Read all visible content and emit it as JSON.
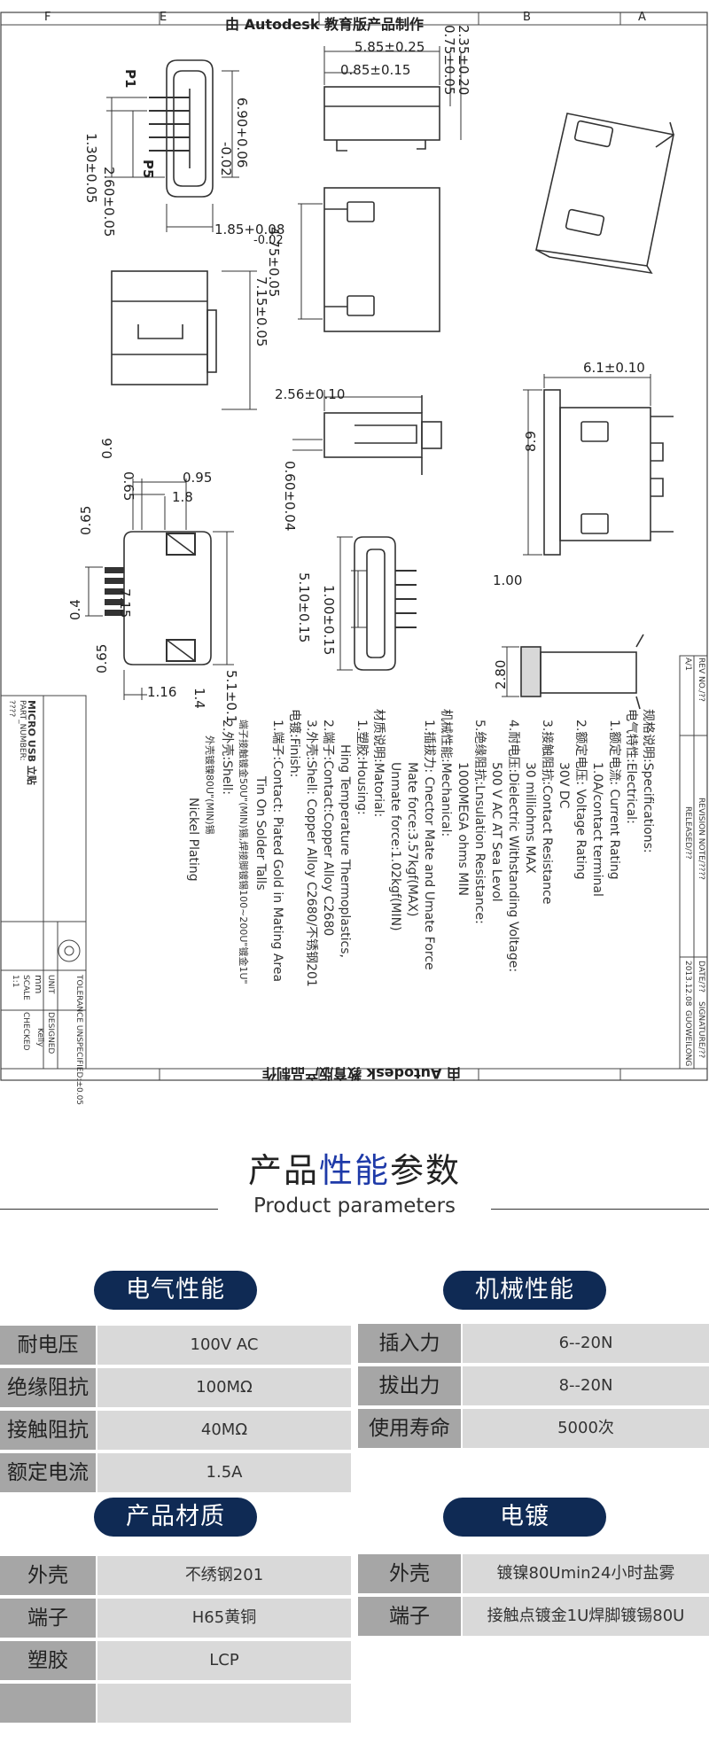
{
  "drawing": {
    "watermark": "由 Autodesk 教育版产品制作",
    "col_letters": [
      "F",
      "E",
      "B",
      "A"
    ],
    "dims": {
      "d1": "5.85±0.25",
      "d2": "0.85±0.15",
      "d3": "2.35±0.20",
      "d4": "0.75±0.05",
      "d5": "6.90+0.06",
      "d5b": "-0.02",
      "d6": "1.85+0.08",
      "d6b": "-0.02",
      "d7": "1.30±0.05",
      "d8": "2.60±0.05",
      "d9": "4.75±0.05",
      "d10": "7.15±0.05",
      "d11": "6.1±0.10",
      "d12": "2.56±0.10",
      "d13": "0.60±0.04",
      "d14": "8.9",
      "d15": "1.00",
      "d16": "0.6",
      "d17": "0.95",
      "d18": "0.65",
      "d19": "1.8",
      "d20": "0.65",
      "d21": "0.4",
      "d22": "7.15",
      "d23": "0.65",
      "d24": "1.16",
      "d25": "1.4",
      "d26": "5.1±0.1",
      "d27": "5.10±0.15",
      "d28": "1.00±0.15",
      "d29": "2.80",
      "p1": "P1",
      "p5": "P5"
    },
    "spec_lines": [
      "规格说明:Specifications:",
      "电气特性:Electrical:",
      "1.额定电流: Current Rating",
      "1.0A/contact terminal",
      "2.额定电压: Voltage Rating",
      "30V DC",
      "3.接触阻抗:Contact Resistance",
      "30 milliohms MAX",
      "4.耐电压:Dielectric Withstanding Voltage:",
      "500 V AC AT Sea Levol",
      "5.绝缘阻抗:Lnsulation Resistance:",
      "1000MEGA ohms MIN",
      "机械性能:Mechanical:",
      "1.插拔力: Cnector Mate and Umate Force",
      "Mate force:3.57kgf(MAX)",
      "Unmate force:1.02kgf(MIN)",
      "材质说明:Matorial:",
      "1.塑胶:Housing:",
      "Hing Temperature Thermoplastics,",
      "2.端子:Contact:Copper Alloy C2680",
      "3.外壳:Shell: Copper Alloy C2680/不锈钢201",
      "电镀:Finish:",
      "1.端子:Contact: Piated Gold in Mating Area",
      "Tin On Solder Talls",
      "端子接触镀金50U\"(MIN)锡,焊接脚镀锡100~200U\"镀金1U\"",
      "2.外壳:Shell:",
      "外壳镀镍80U\"(MIN)锡",
      "Nickel Plating"
    ],
    "title_block": {
      "part_name": "MICRO USB 立贴",
      "part_number_label": "PART_NUMBER:",
      "part_number": "????",
      "unit_label": "UNIT",
      "unit": "mm",
      "designed_label": "DESIGNED",
      "designed": "Kelly",
      "checked_label": "CHECKED",
      "scale_label": "SCALE",
      "scale": "1:1",
      "tolerance": "TOLERANCE UNSPECIFIED:±0.05",
      "rev_label": "REV NO./??",
      "rev": "A/1",
      "revision_note": "REVISION NOTE/????",
      "released": "RELEASED/??",
      "date_label": "DATE/??",
      "date": "2013.12.08",
      "signature_label": "SIGNATURE/??",
      "signature": "GUOWEILONG"
    }
  },
  "params": {
    "title_part1": "产品",
    "title_highlight": "性能",
    "title_part2": "参数",
    "subtitle": "Product parameters"
  },
  "electrical": {
    "heading": "电气性能",
    "rows": [
      {
        "k": "耐电压",
        "v": "100V  AC"
      },
      {
        "k": "绝缘阻抗",
        "v": "100MΩ"
      },
      {
        "k": "接触阻抗",
        "v": "40MΩ"
      },
      {
        "k": "额定电流",
        "v": "1.5A"
      }
    ]
  },
  "mechanical": {
    "heading": "机械性能",
    "rows": [
      {
        "k": "插入力",
        "v": "6--20N"
      },
      {
        "k": "拔出力",
        "v": "8--20N"
      },
      {
        "k": "使用寿命",
        "v": "5000次"
      }
    ]
  },
  "material": {
    "heading": "产品材质",
    "rows": [
      {
        "k": "外壳",
        "v": "不绣钢201"
      },
      {
        "k": "端子",
        "v": "H65黄铜"
      },
      {
        "k": "塑胶",
        "v": "LCP"
      },
      {
        "k": "",
        "v": ""
      }
    ]
  },
  "plating": {
    "heading": "电镀",
    "rows": [
      {
        "k": "外壳",
        "v": "镀镍80Umin24小时盐雾"
      },
      {
        "k": "端子",
        "v": "接触点镀金1U焊脚镀锡80U"
      }
    ]
  },
  "colors": {
    "pill": "#0f2a54",
    "highlight": "#1e3aa8",
    "key_cell": "#a6a6a6",
    "value_cell": "#d9d9d9"
  }
}
